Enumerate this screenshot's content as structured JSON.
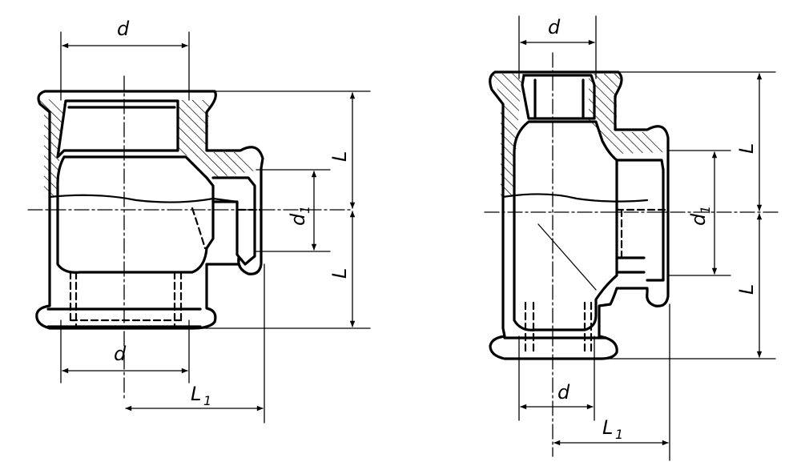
{
  "figures": [
    {
      "id": "tee-reducing-outlet",
      "labels": {
        "d_top": "d",
        "d_bottom": "d",
        "L_upper": "L",
        "L_lower": "L",
        "d1": "d",
        "d1_sub": "1",
        "L1": "L",
        "L1_sub": "1"
      }
    },
    {
      "id": "tee-reducing-run",
      "labels": {
        "d_top": "d",
        "d_bottom": "d",
        "L_upper": "L",
        "L_lower": "L",
        "d1": "d",
        "d1_sub": "1",
        "L1": "L",
        "L1_sub": "1"
      }
    }
  ],
  "colors": {
    "line": "#000000",
    "background": "#ffffff"
  }
}
